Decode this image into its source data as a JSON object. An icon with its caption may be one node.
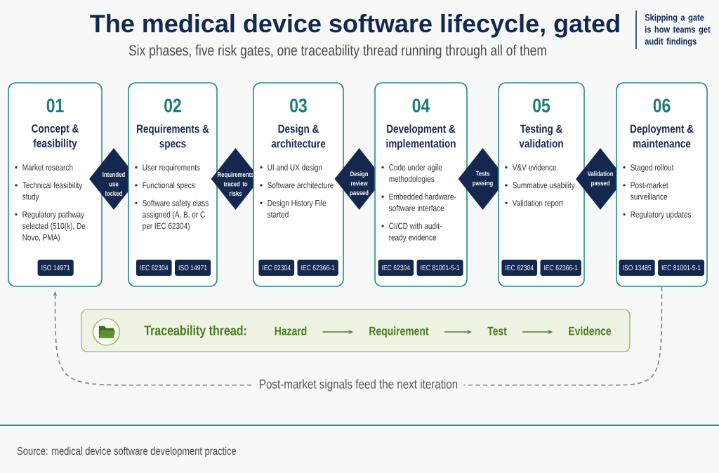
{
  "diagram": {
    "title": "The medical device software lifecycle, gated",
    "nodes": [
      {
        "text": [
          "01",
          "Concept & feasibility",
          "Market research",
          "Technical feasibility study",
          "Regulatory pathway selected (510(k), De Novo, PMA)"
        ]
      },
      {
        "text": [
          "ISO 14971"
        ],
        "in": 0
      },
      {
        "text": [
          "Intended use locked"
        ]
      },
      {
        "text": [
          "02",
          "Requirements & specs",
          "User requirements",
          "Functional specs",
          "Software safety class assigned (A, B, or C per IEC 62304)"
        ]
      },
      {
        "text": [
          "IEC 62304"
        ],
        "in": 3
      },
      {
        "text": [
          "ISO 14971"
        ],
        "in": 3
      },
      {
        "text": [
          "Requirements traced to risks"
        ]
      },
      {
        "text": [
          "03",
          "Design & architecture",
          "UI and UX design",
          "Software architecture",
          "Design History File started"
        ]
      },
      {
        "text": [
          "IEC 62304"
        ],
        "in": 7
      },
      {
        "text": [
          "IEC 62366-1"
        ],
        "in": 7
      },
      {
        "text": [
          "Design review passed"
        ]
      },
      {
        "text": [
          "04",
          "Development & implementation",
          "Code under agile methodologies",
          "Embedded hardware-software interface",
          "CI/CD with audit-ready evidence"
        ]
      },
      {
        "text": [
          "IEC 62304"
        ],
        "in": 11
      },
      {
        "text": [
          "IEC 81001-5-1"
        ],
        "in": 11
      },
      {
        "text": [
          "Tests passing"
        ]
      },
      {
        "text": [
          "05",
          "Testing & validation",
          "V&V evidence",
          "Summative usability",
          "Validation report"
        ]
      },
      {
        "text": [
          "IEC 62304"
        ],
        "in": 15
      },
      {
        "text": [
          "IEC 62366-1"
        ],
        "in": 15
      },
      {
        "text": [
          "Validation passed"
        ]
      },
      {
        "text": [
          "06",
          "Deployment & maintenance",
          "Staged rollout",
          "Post-market surveillance",
          "Regulatory updates"
        ]
      },
      {
        "text": [
          "ISO 13485"
        ],
        "in": 19
      },
      {
        "text": [
          "IEC 81001-5-1"
        ],
        "in": 19
      },
      {
        "text": [
          "Traceability thread:"
        ]
      },
      {
        "text": [
          "Hazard"
        ],
        "in": 22
      },
      {
        "text": [
          "Requirement"
        ],
        "in": 22
      },
      {
        "text": [
          "Test"
        ],
        "in": 22
      },
      {
        "text": [
          "Evidence"
        ],
        "in": 22
      }
    ],
    "edges": [
      {
        "from": 23,
        "to": 24,
        "arrow": "to"
      },
      {
        "from": 24,
        "to": 25,
        "arrow": "to"
      },
      {
        "from": 25,
        "to": 26,
        "arrow": "to"
      },
      {
        "from": 19,
        "to": 0,
        "arrow": "to",
        "label": "Post-market signals feed the next iteration",
        "style": "dashed",
        "color": "#7f7f7f"
      }
    ],
    "labels": [
      "Six phases, five risk gates, one traceability thread running through all of them",
      "Skipping a gate is how teams get audit findings",
      "Source: medical device software development practice"
    ]
  }
}
